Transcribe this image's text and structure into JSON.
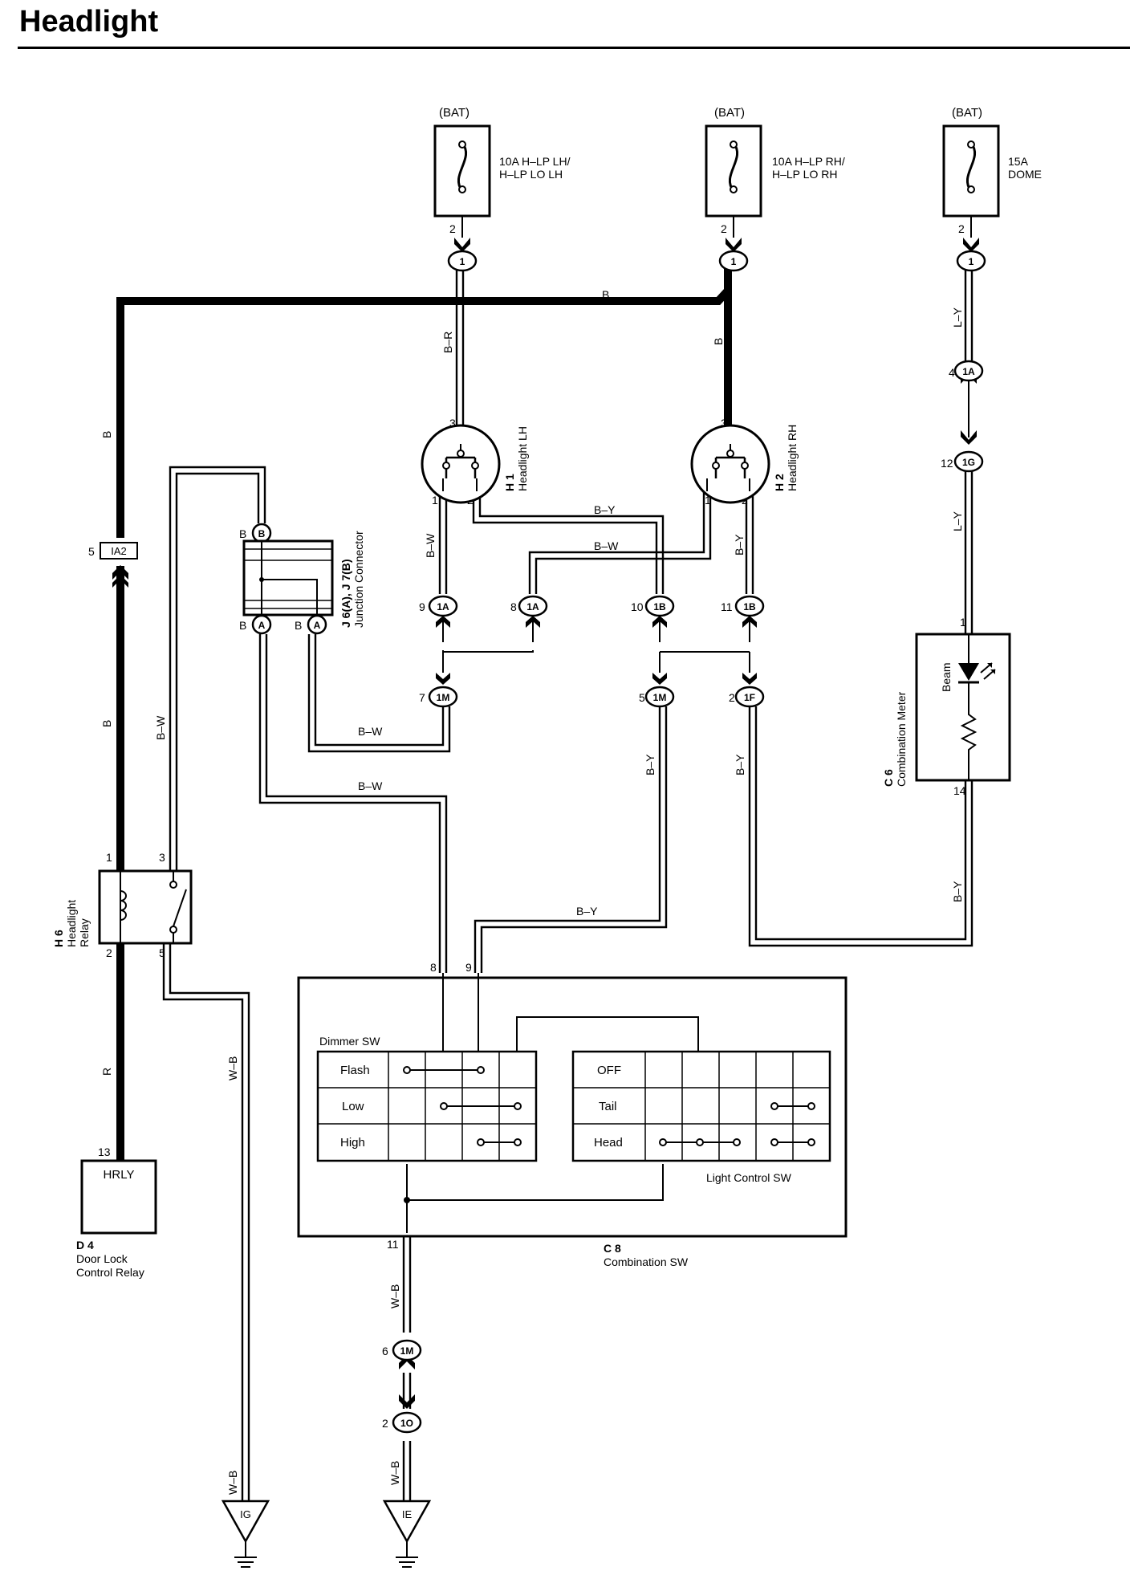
{
  "title": "Headlight",
  "fuses": [
    {
      "source": "(BAT)",
      "line1": "10A H–LP LH/",
      "line2": "H–LP LO LH",
      "pin": "2"
    },
    {
      "source": "(BAT)",
      "line1": "10A H–LP RH/",
      "line2": "H–LP LO RH",
      "pin": "2"
    },
    {
      "source": "(BAT)",
      "line1": "15A",
      "line2": "DOME",
      "pin": "2"
    }
  ],
  "connectors": {
    "c1a": "1",
    "c1b": "1",
    "c1c": "1",
    "c1A_dome": "1A",
    "c1G": "1G",
    "c1A_9": "1A",
    "c1A_8": "1A",
    "c1B_10": "1B",
    "c1B_11": "1B",
    "c1M_7": "1M",
    "c1M_5": "1M",
    "c1F_2": "1F",
    "cIA2": "IA2",
    "c1M_6": "1M",
    "c1O_2": "1O",
    "jB": "B",
    "jA1": "A",
    "jA2": "A"
  },
  "pins": {
    "p4": "4",
    "p12": "12",
    "p1_meter": "1",
    "p14": "14",
    "p3_lh": "3",
    "p1_lh": "1",
    "p2_lh": "2",
    "p3_rh": "3",
    "p1_rh": "1",
    "p2_rh": "2",
    "p9": "9",
    "p8": "8",
    "p10": "10",
    "p11": "11",
    "p7": "7",
    "p5": "5",
    "p2f": "2",
    "p5_ia2": "5",
    "p1_relay": "1",
    "p3_relay": "3",
    "p2_relay": "2",
    "p5_relay": "5",
    "p8_sw": "8",
    "p9_sw": "9",
    "p11_sw": "11",
    "p13": "13",
    "p6": "6",
    "p2o": "2",
    "jB_left": "B",
    "jA_left": "B",
    "jA2_left": "B"
  },
  "wires": {
    "B_top": "B",
    "B_left1": "B",
    "B_left2": "B",
    "B_R": "B–R",
    "B_rh": "B",
    "L_Y_1": "L–Y",
    "L_Y_2": "L–Y",
    "B_W_lh": "B–W",
    "B_Y_top": "B–Y",
    "B_W_mid": "B–W",
    "B_Y_rh": "B–Y",
    "B_W_j": "B–W",
    "B_W_long": "B–W",
    "B_W_relay": "B–W",
    "B_Y_5": "B–Y",
    "B_Y_2": "B–Y",
    "B_Y_sw": "B–Y",
    "B_Y_meter": "B–Y",
    "R": "R",
    "W_B_1": "W–B",
    "W_B_2": "W–B",
    "W_B_3": "W–B",
    "W_B_4": "W–B"
  },
  "components": {
    "h1_code": "H 1",
    "h1_name": "Headlight LH",
    "h2_code": "H 2",
    "h2_name": "Headlight RH",
    "j_code": "J 6(A), J 7(B)",
    "j_name": "Junction Connector",
    "c6_code": "C 6",
    "c6_name": "Combination Meter",
    "beam": "Beam",
    "h6_code": "H 6",
    "h6_name1": "Headlight",
    "h6_name2": "Relay",
    "d4_box": "HRLY",
    "d4_code": "D 4",
    "d4_name1": "Door Lock",
    "d4_name2": "Control Relay",
    "c8_code": "C 8",
    "c8_name": "Combination SW",
    "dimmer_title": "Dimmer SW",
    "dimmer_rows": [
      "Flash",
      "Low",
      "High"
    ],
    "light_title": "Light Control SW",
    "light_rows": [
      "OFF",
      "Tail",
      "Head"
    ],
    "ground_ig": "IG",
    "ground_ie": "IE"
  }
}
